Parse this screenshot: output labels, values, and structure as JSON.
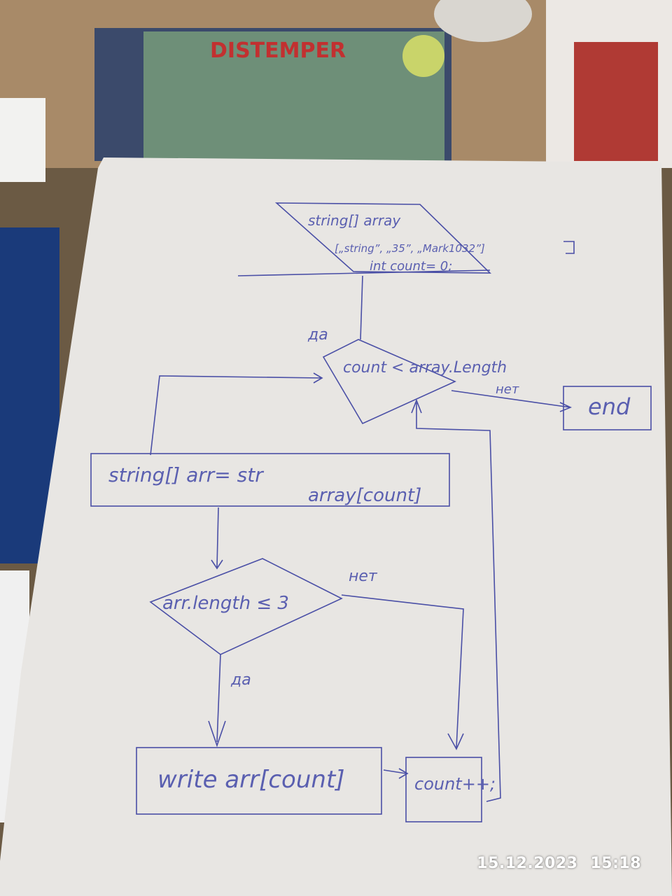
{
  "background": {
    "cd_cover_title": "DISTEMPER",
    "colors": {
      "table": "#6b5a44",
      "paper": "#e8e6e3",
      "ink": "#4a4fa6"
    }
  },
  "flowchart": {
    "input_line1": "string[] array",
    "input_line2": "[„string”, „35”, „Mark1032”]",
    "input_line3": "int count= 0;",
    "cond1_yes": "да",
    "cond1": "count < array.Length",
    "cond1_no": "нет",
    "end": "end",
    "assign_line1": "string[] arr= str",
    "assign_line2": "array[count]",
    "cond2_no": "нет",
    "cond2": "arr.length ≤ 3",
    "cond2_yes": "да",
    "write": "write arr[count]",
    "increment": "count++;"
  },
  "timestamp": {
    "date": "15.12.2023",
    "time": "15:18"
  }
}
